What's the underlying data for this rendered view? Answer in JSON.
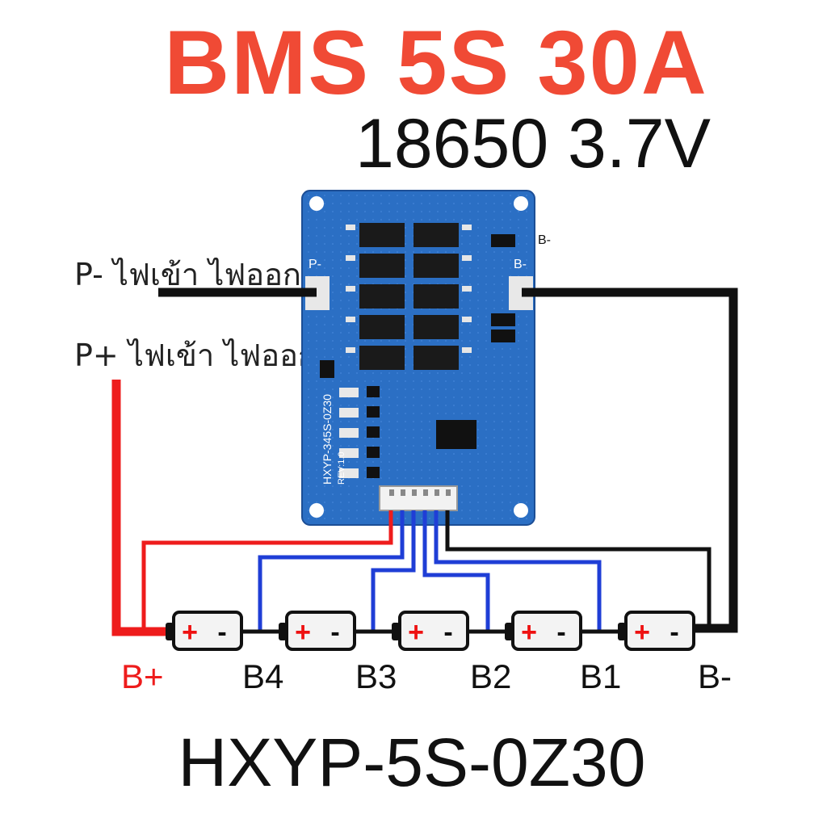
{
  "header": {
    "title": "BMS 5S 30A",
    "subtitle": "18650 3.7V"
  },
  "labels": {
    "p_minus": "P- ไฟเข้า ไฟออก",
    "p_plus": "P+ ไฟเข้า ไฟออก",
    "board_p_minus": "P-",
    "board_b_minus": "B-",
    "board_b_minus_top": "B-",
    "board_silk_model": "HXYP-345S-0Z30",
    "board_silk_rev": "REV:1.0"
  },
  "nodes": {
    "b_plus": "B+",
    "b4": "B4",
    "b3": "B3",
    "b2": "B2",
    "b1": "B1",
    "b_minus": "B-"
  },
  "cell_signs": {
    "plus": "+",
    "minus": "-"
  },
  "footer": {
    "model": "HXYP-5S-0Z30"
  },
  "colors": {
    "title": "#f04a35",
    "wire_red": "#ee1c1c",
    "wire_blue": "#1f3ed6",
    "wire_black": "#111111",
    "board": "#2b6fc4",
    "node_bplus": "#ee1c1c"
  }
}
